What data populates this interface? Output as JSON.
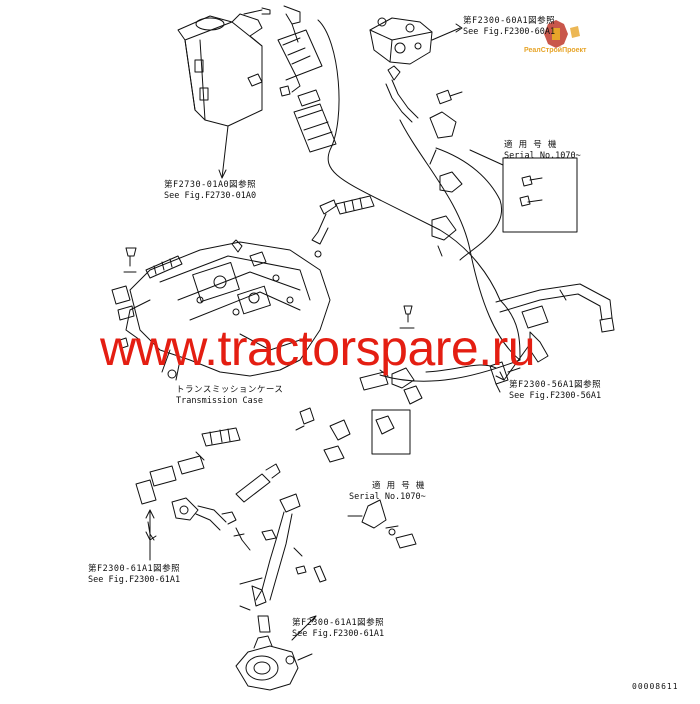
{
  "callouts": {
    "top_right_jp": "第F2300-60A1図参照",
    "top_right_en": "See Fig.F2300-60A1",
    "left_top_jp": "第F2730-01A0図参照",
    "left_top_en": "See Fig.F2730-01A0",
    "serial_1_jp": "適 用 号 機",
    "serial_1_en": "Serial No.1070~",
    "transmission_jp": "トランスミッションケース",
    "transmission_en": "Transmission Case",
    "right_mid_jp": "第F2300-56A1図参照",
    "right_mid_en": "See Fig.F2300-56A1",
    "serial_2_jp": "適 用 号 機",
    "serial_2_en": "Serial No.1070~",
    "left_bottom_jp": "第F2300-61A1図参照",
    "left_bottom_en": "See Fig.F2300-61A1",
    "bottom_center_jp": "第F2300-61A1図参照",
    "bottom_center_en": "See Fig.F2300-61A1"
  },
  "watermark": "www.tractorspare.ru",
  "logo_text": "РеалСтройПроект",
  "drawing_number": "00008611",
  "colors": {
    "line": "#111111",
    "watermark": "#e41e12",
    "logo": "#e7a52a"
  }
}
